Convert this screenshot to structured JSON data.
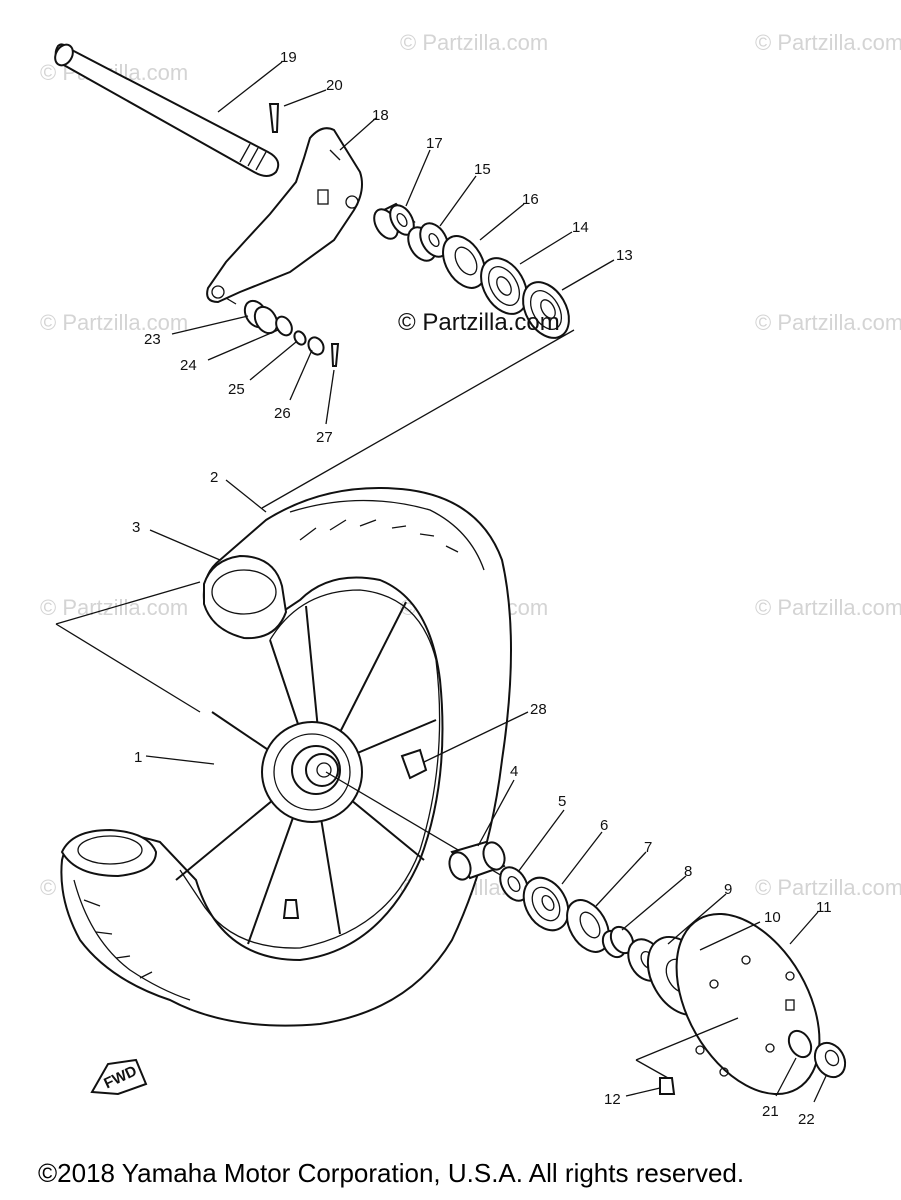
{
  "watermark_text": "© Partzilla.com",
  "center_watermark": "© Partzilla.com",
  "fwd_label": "FWD",
  "copyright": "©2018  Yamaha Motor Corporation, U.S.A. All rights reserved.",
  "callouts": {
    "c1": "1",
    "c2": "2",
    "c3": "3",
    "c4": "4",
    "c5": "5",
    "c6": "6",
    "c7": "7",
    "c8": "8",
    "c9": "9",
    "c10": "10",
    "c11": "11",
    "c12": "12",
    "c13": "13",
    "c14": "14",
    "c15": "15",
    "c16": "16",
    "c17": "17",
    "c18": "18",
    "c19": "19",
    "c20": "20",
    "c21": "21",
    "c22": "22",
    "c23": "23",
    "c24": "24",
    "c25": "25",
    "c26": "26",
    "c27": "27",
    "c28": "28"
  }
}
